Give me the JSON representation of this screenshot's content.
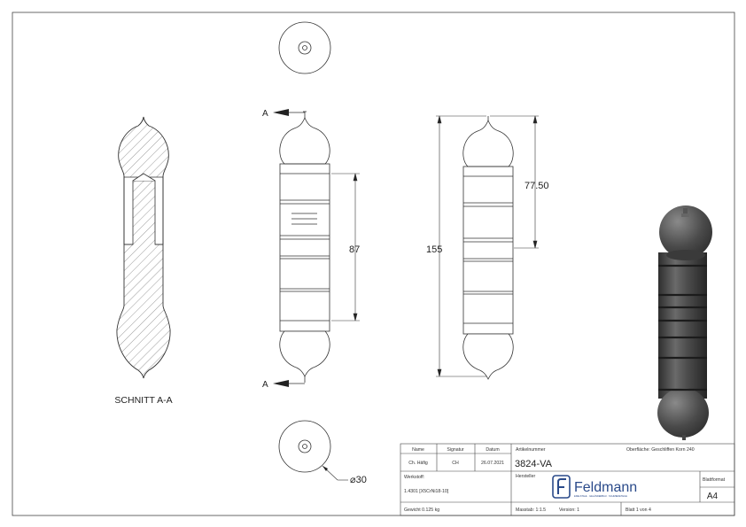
{
  "drawing": {
    "section_label": "SCHNITT A-A",
    "section_marker": "A",
    "dimensions": {
      "height_total": "155",
      "height_mid": "77.50",
      "height_body": "87",
      "diameter": "⌀30"
    }
  },
  "title_block": {
    "headers": {
      "name": "Name",
      "signatur": "Signatur",
      "datum": "Datum"
    },
    "row": {
      "name": "Ch. Häfig",
      "signatur": "CH",
      "datum": "26.07.2021"
    },
    "artikel_label": "Artikelnummer",
    "artikel_value": "3824-VA",
    "oberflaeche": "Oberfläche: Geschliffen Korn 240",
    "werkstoff_label": "Werkstoff:",
    "werkstoff_value": "1.4301 [X5CrNi18-10]",
    "hersteller_label": "Hersteller",
    "brand": "Feldmann",
    "brand_tagline": "EDELSTAHL · GELÄNDERBAU · SCHMIEDETEILE",
    "blattformat_label": "Blattformat",
    "blattformat_value": "A4",
    "gewicht": "Gewicht 0.125 kg",
    "massstab": "Masstab: 1:1.5",
    "version": "Version: 1",
    "blatt": "Blatt 1 von 4"
  }
}
